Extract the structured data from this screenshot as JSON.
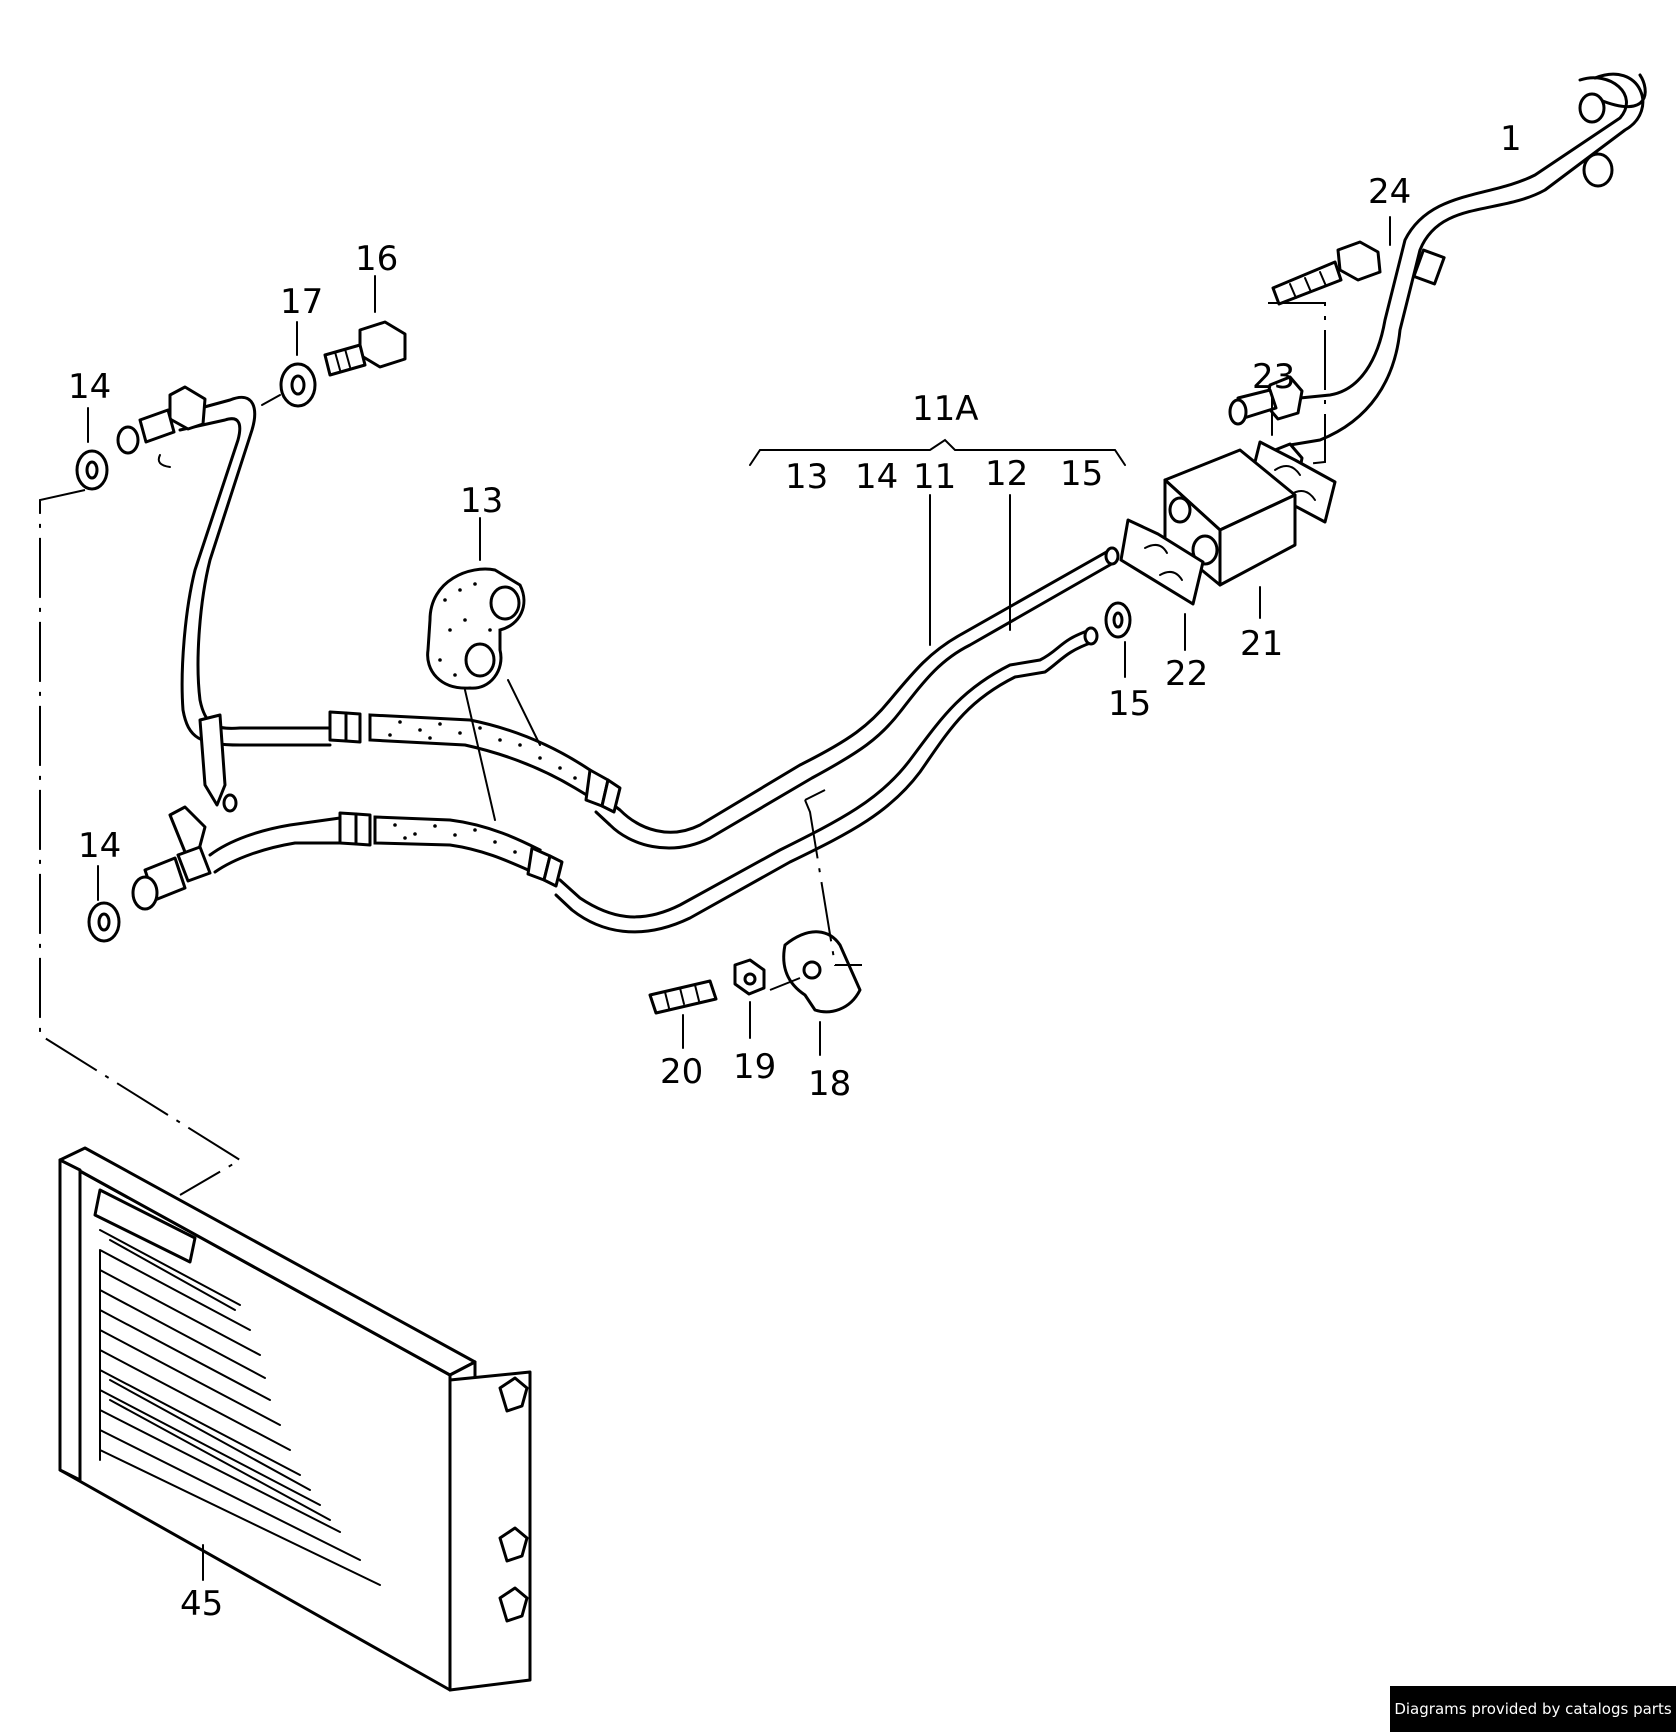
{
  "callouts": [
    {
      "id": "c1",
      "text": "1"
    },
    {
      "id": "c24",
      "text": "24"
    },
    {
      "id": "c23",
      "text": "23"
    },
    {
      "id": "c21",
      "text": "21"
    },
    {
      "id": "c22",
      "text": "22"
    },
    {
      "id": "c15b",
      "text": "15"
    },
    {
      "id": "c11A",
      "text": "11A"
    },
    {
      "id": "c13a",
      "text": "13"
    },
    {
      "id": "c14a",
      "text": "14"
    },
    {
      "id": "c11",
      "text": "11"
    },
    {
      "id": "c12",
      "text": "12"
    },
    {
      "id": "c15a",
      "text": "15"
    },
    {
      "id": "c13b",
      "text": "13"
    },
    {
      "id": "c16",
      "text": "16"
    },
    {
      "id": "c17",
      "text": "17"
    },
    {
      "id": "c14b",
      "text": "14"
    },
    {
      "id": "c14c",
      "text": "14"
    },
    {
      "id": "c20",
      "text": "20"
    },
    {
      "id": "c19",
      "text": "19"
    },
    {
      "id": "c18",
      "text": "18"
    },
    {
      "id": "c45",
      "text": "45"
    }
  ],
  "credit": "Diagrams provided by catalogs parts"
}
